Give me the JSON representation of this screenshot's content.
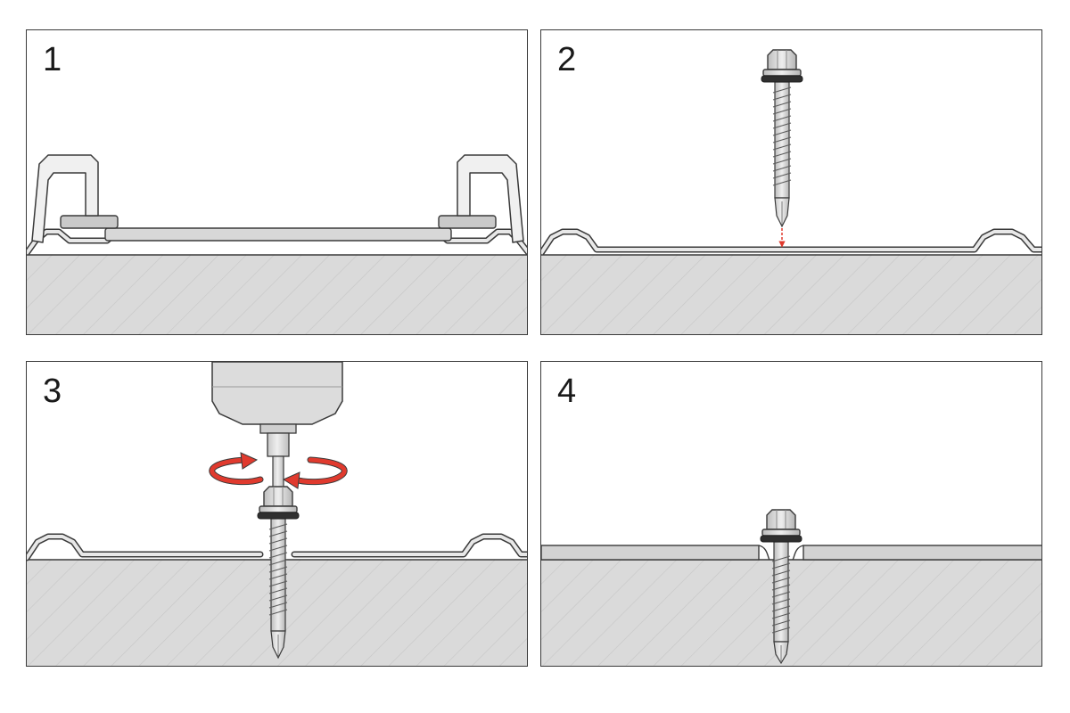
{
  "steps": [
    {
      "number": "1"
    },
    {
      "number": "2"
    },
    {
      "number": "3"
    },
    {
      "number": "4"
    }
  ],
  "colors": {
    "outline": "#3a3a3a",
    "substrate": "#d9d9d9",
    "hatch": "#c4c4c4",
    "sheet": "#e6e6e6",
    "metal": "#d4d4d4",
    "washer": "#2f2f2f",
    "arrow": "#e03a2e"
  }
}
